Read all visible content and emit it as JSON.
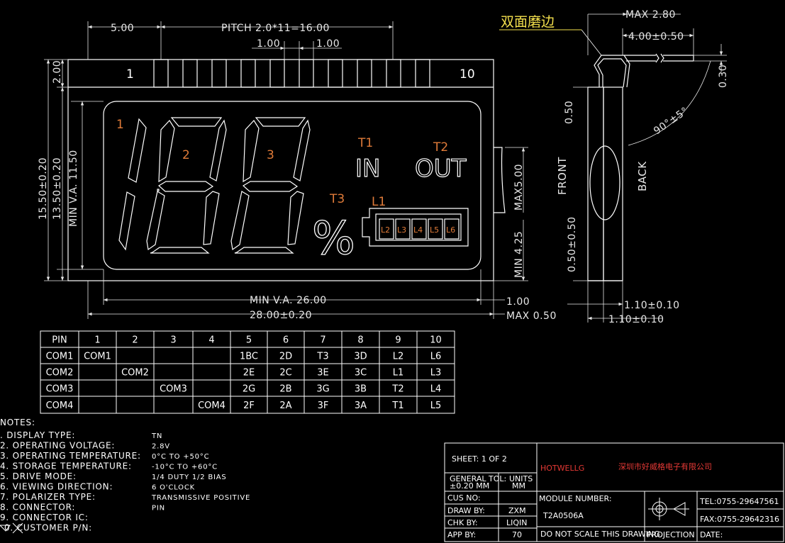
{
  "drawing": {
    "title_cn": "双面磨边",
    "dims": {
      "top_5": "5.00",
      "pitch": "PITCH 2.0*11=16.00",
      "pin_w1": "1.00",
      "pin_w2": "1.00",
      "max_280": "MAX 2.80",
      "pin_len": "4.00±0.50",
      "d_030": "0.30",
      "d_050": "0.50",
      "angle": "90°±5°",
      "left_2": "2.00",
      "h_total": "15.50±0.20",
      "h_glass": "13.50±0.20",
      "va_h": "MIN V.A. 11.50",
      "max5": "MAX5.00",
      "min425": "MIN 4.25",
      "va_w": "MIN V.A. 26.00",
      "w_total": "28.00±0.20",
      "r_100": "1.00",
      "max_050": "MAX 0.50",
      "side_050": "0.50±0.50",
      "t1": "1.10±0.10",
      "t2": "1.10±0.10"
    },
    "labels": {
      "pin1": "1",
      "pin10": "10",
      "d1": "1",
      "d2": "2",
      "d3": "3",
      "t1": "T1",
      "t2": "T2",
      "t3": "T3",
      "l1": "L1",
      "in": "IN",
      "out": "OUT",
      "pct": "%",
      "front": "FRONT",
      "back": "BACK",
      "l2": "L2",
      "l3": "L3",
      "l4": "L4",
      "l5": "L5",
      "l6": "L6"
    }
  },
  "pin_table": {
    "header": [
      "PIN",
      "1",
      "2",
      "3",
      "4",
      "5",
      "6",
      "7",
      "8",
      "9",
      "10"
    ],
    "rows": [
      [
        "COM1",
        "COM1",
        "",
        "",
        "",
        "1BC",
        "2D",
        "T3",
        "3D",
        "L2",
        "L6"
      ],
      [
        "COM2",
        "",
        "COM2",
        "",
        "",
        "2E",
        "2C",
        "3E",
        "3C",
        "L1",
        "L3"
      ],
      [
        "COM3",
        "",
        "",
        "COM3",
        "",
        "2G",
        "2B",
        "3G",
        "3B",
        "T2",
        "L4"
      ],
      [
        "COM4",
        "",
        "",
        "",
        "COM4",
        "2F",
        "2A",
        "3F",
        "3A",
        "T1",
        "L5"
      ]
    ]
  },
  "notes": {
    "title": "NOTES:",
    "items": [
      {
        "label": ". DISPLAY TYPE:",
        "value": "TN"
      },
      {
        "label": "2. OPERATING VOLTAGE:",
        "value": "2.8V"
      },
      {
        "label": "3. OPERATING TEMPERATURE:",
        "value": "0°C TO +50°C"
      },
      {
        "label": "4. STORAGE TEMPERATURE:",
        "value": "-10°C TO +60°C"
      },
      {
        "label": "5. DRIVE MODE:",
        "value": "1/4 DUTY 1/2 BIAS"
      },
      {
        "label": "6. VIEWING DIRECTION:",
        "value": "6 O'CLOCK"
      },
      {
        "label": "7. POLARIZER TYPE:",
        "value": "TRANSMISSIVE POSITIVE"
      },
      {
        "label": "8. CONNECTOR:",
        "value": "PIN"
      },
      {
        "label": "9. CONNECTOR IC:",
        "value": ""
      },
      {
        "label": "0. CUSTOMER P/N:",
        "value": ""
      }
    ]
  },
  "title_block": {
    "sheet": "SHEET: 1 OF 2",
    "company_en": "HOTWELLG",
    "company_cn": "深圳市好威格电子有限公司",
    "gen_tol_1": "GENERAL TOL:",
    "gen_tol_2": "±0.20 MM",
    "units_1": "UNITS",
    "units_2": "MM",
    "module_label": "MODULE NUMBER:",
    "module_number": "T2A0506A",
    "tel": "TEL:0755-29647561",
    "fax": "FAX:0755-29642316",
    "cus_no": "CUS NO:",
    "draw_by": "DRAW BY:",
    "draw_by_val": "ZXM",
    "chk_by": "CHK   BY:",
    "chk_by_val": "LIQIN",
    "app_by": "APP   BY:",
    "app_by_val": "70",
    "no_scale": "DO NOT SCALE THIS DRAWING.",
    "projection": "PROJECTION",
    "date": "DATE:"
  }
}
